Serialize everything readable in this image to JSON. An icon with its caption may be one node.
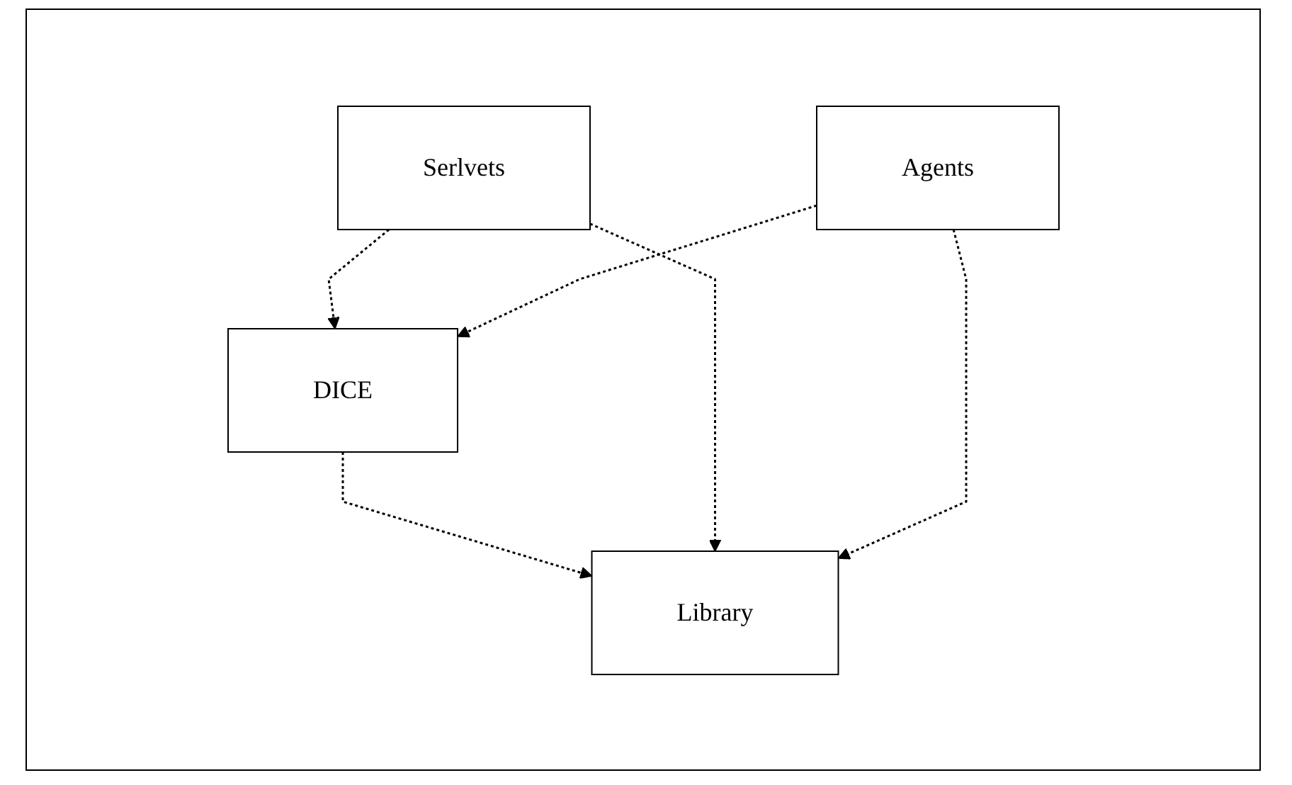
{
  "diagram": {
    "nodes": [
      {
        "text": [
          "Serlvets"
        ]
      },
      {
        "text": [
          "Agents"
        ]
      },
      {
        "text": [
          "DICE"
        ]
      },
      {
        "text": [
          "Library"
        ]
      }
    ],
    "edges": [
      {
        "from": 0,
        "to": 2,
        "arrow": "to",
        "style": "dashed"
      },
      {
        "from": 1,
        "to": 2,
        "arrow": "to",
        "style": "dashed"
      },
      {
        "from": 2,
        "to": 3,
        "arrow": "to",
        "style": "dashed"
      },
      {
        "from": 0,
        "to": 3,
        "arrow": "to",
        "style": "dashed"
      },
      {
        "from": 1,
        "to": 3,
        "arrow": "to",
        "style": "dashed"
      }
    ]
  }
}
